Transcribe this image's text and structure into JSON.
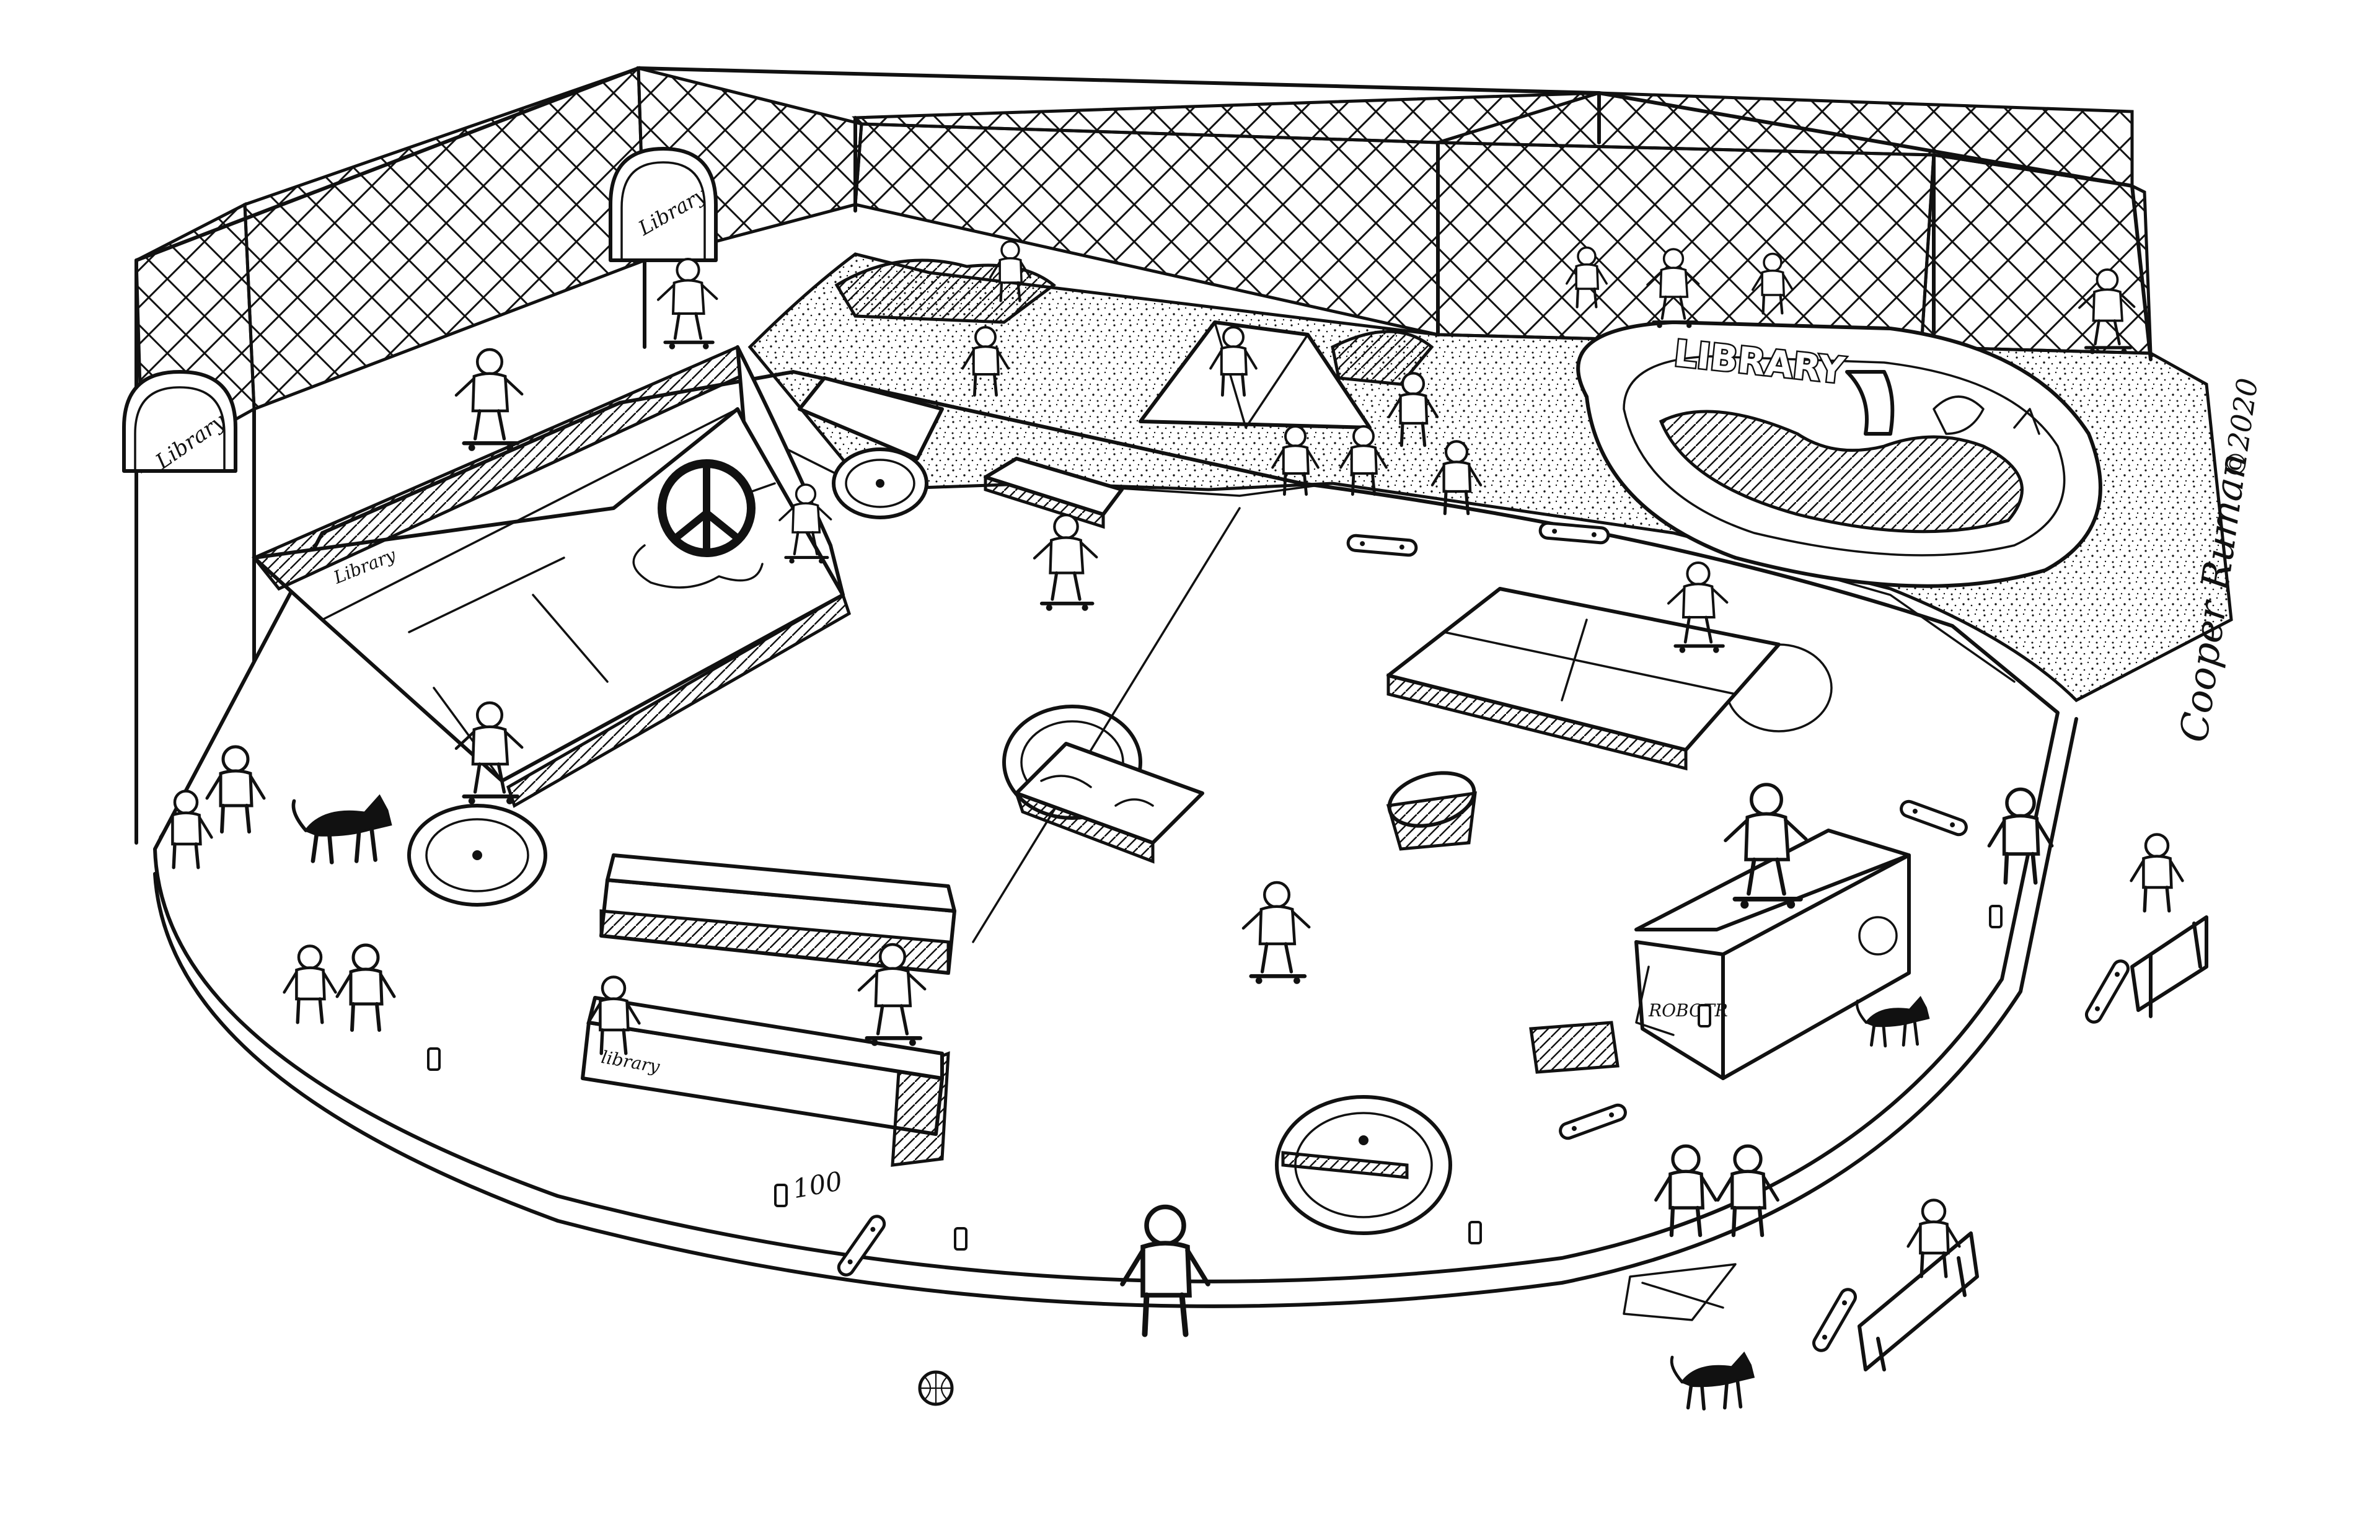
{
  "artwork": {
    "medium": "pen-and-ink line drawing",
    "ink_color": "#111111",
    "paper_color": "#ffffff"
  },
  "text": {
    "bowl_graffiti": "LIBRARY",
    "signature": "Cooper Ruman",
    "copyright": "©2020",
    "fence_sign_left": "Library",
    "fence_sign_mid": "Library",
    "ramp_tag": "Library",
    "ledge_tag": "library",
    "box_tag": "ROBOTR",
    "ground_tag": "100"
  },
  "icons": {
    "ramp_symbol": "peace-sign-icon",
    "ball": "basketball-icon",
    "dogs": "dog-icon"
  }
}
